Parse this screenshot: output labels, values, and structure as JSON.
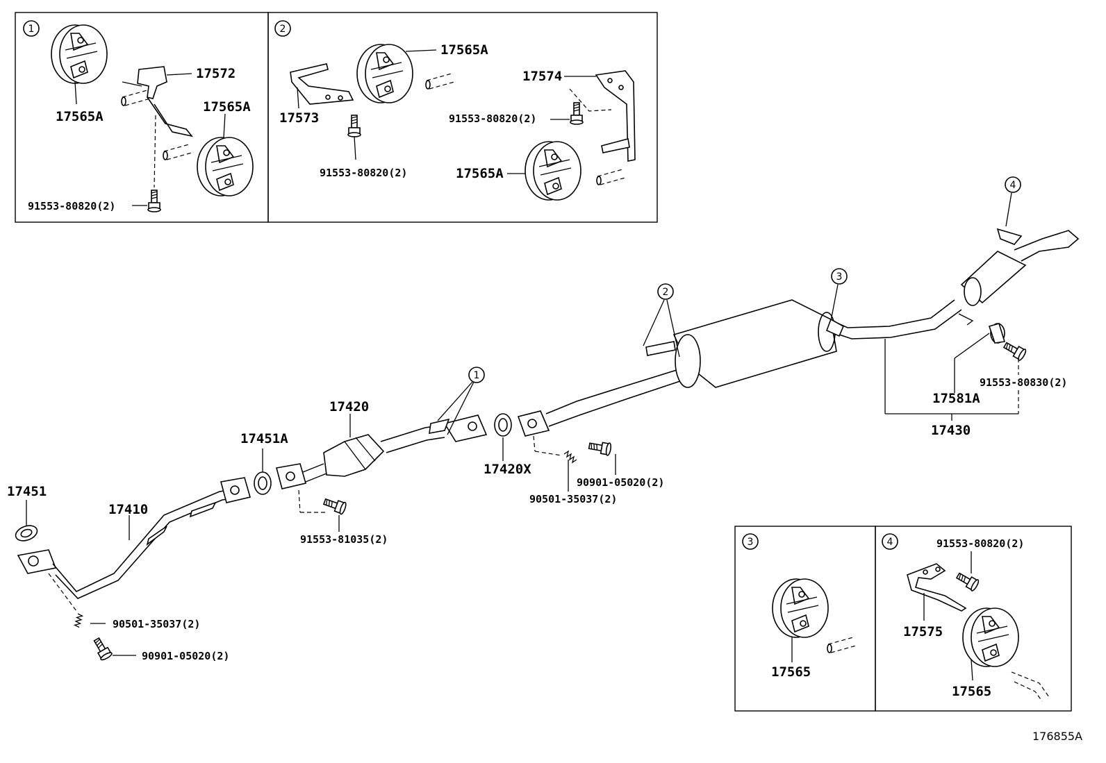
{
  "figure_id": "176855A",
  "insets": {
    "inset1": {
      "number": "1",
      "labels": {
        "insulator_a": "17565A",
        "bracket": "17572",
        "insulator_b": "17565A",
        "bolt": "91553-80820(2)"
      }
    },
    "inset2": {
      "number": "2",
      "labels": {
        "insulator_a": "17565A",
        "bracket_a": "17573",
        "bolt_a": "91553-80820(2)",
        "bracket_b": "17574",
        "bolt_b": "91553-80820(2)",
        "insulator_b": "17565A"
      }
    },
    "inset3": {
      "number": "3",
      "labels": {
        "insulator": "17565"
      }
    },
    "inset4": {
      "number": "4",
      "labels": {
        "bolt": "91553-80820(2)",
        "bracket": "17575",
        "insulator": "17565"
      }
    }
  },
  "main": {
    "callouts": {
      "c1": "1",
      "c2": "2",
      "c3": "3",
      "c4": "4"
    },
    "labels": {
      "front_gasket": "17451",
      "front_pipe": "17410",
      "spring": "90501-35037(2)",
      "bolt_front": "90901-05020(2)",
      "gasket_a": "17451A",
      "center_pipe": "17420",
      "bolt_center": "91553-81035(2)",
      "gasket_x": "17420X",
      "bolt_rear_flange": "90901-05020(2)",
      "spring_rear": "90501-35037(2)",
      "tail_assembly": "17430",
      "clamp": "17581A",
      "bolt_clamp": "91553-80830(2)"
    }
  }
}
